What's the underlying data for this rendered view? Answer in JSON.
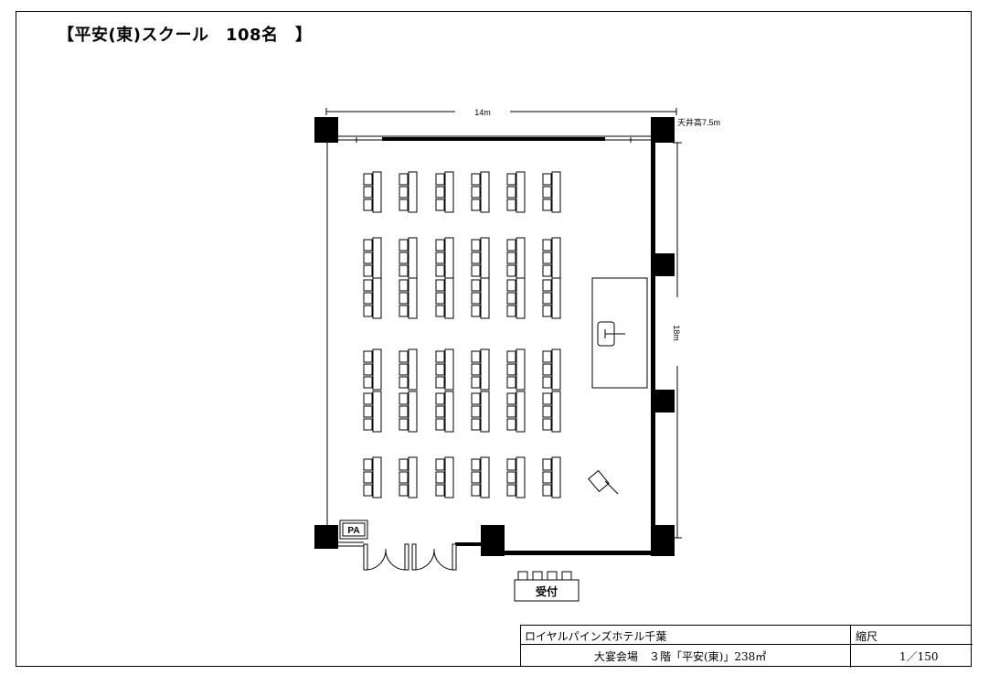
{
  "title": "【平安(東)スクール　108名　】",
  "dimensions": {
    "width_label": "14m",
    "depth_label": "18m",
    "ceiling_label": "天井高7.5m"
  },
  "labels": {
    "pa": "PA",
    "reception": "受付"
  },
  "title_block": {
    "hotel_name": "ロイヤルパインズホテル千葉",
    "venue": "大宴会場　３階「平安(東)」238㎡",
    "scale_label": "縮尺",
    "scale_value": "1／150"
  }
}
